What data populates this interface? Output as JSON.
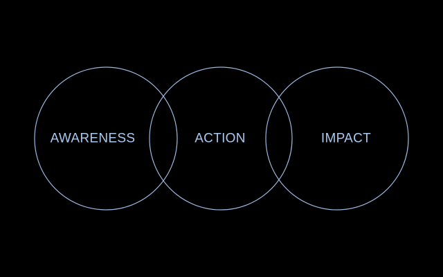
{
  "diagram": {
    "colors": {
      "background": "#000000",
      "stroke": "#9ab8e0",
      "text": "#a9c8ee"
    },
    "circles": [
      {
        "label": "AWARENESS"
      },
      {
        "label": "ACTION"
      },
      {
        "label": "IMPACT"
      }
    ]
  }
}
